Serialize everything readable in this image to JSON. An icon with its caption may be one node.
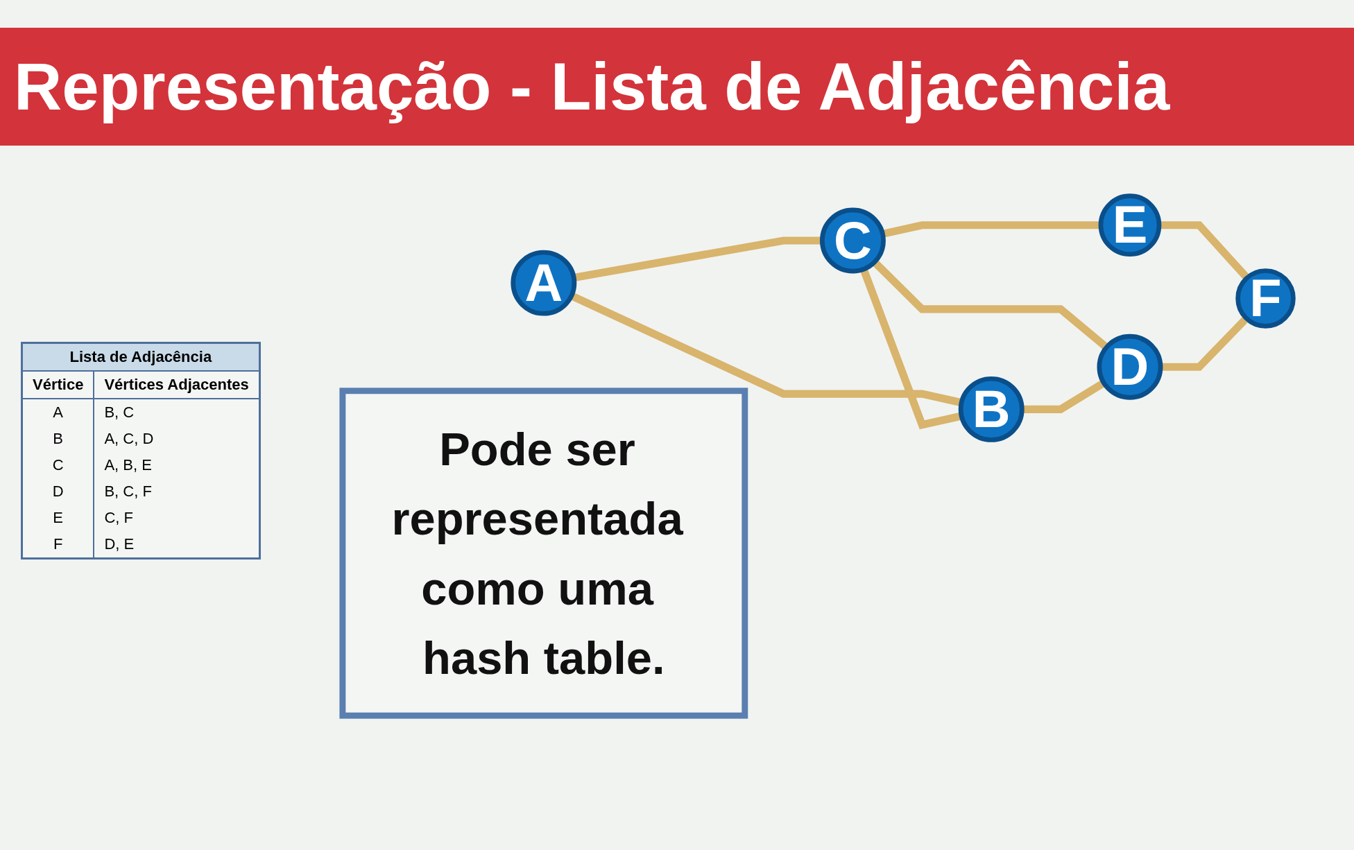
{
  "diagram": {
    "title": "Representação - Lista de Adjacência",
    "nodes": [
      {
        "text": [
          "A"
        ]
      },
      {
        "text": [
          "B"
        ]
      },
      {
        "text": [
          "C"
        ]
      },
      {
        "text": [
          "D"
        ]
      },
      {
        "text": [
          "E"
        ]
      },
      {
        "text": [
          "F"
        ]
      },
      {
        "text": [
          "Pode ser representada como uma hash table."
        ]
      }
    ],
    "edges": [
      {
        "from": 0,
        "to": 2,
        "arrow": "none"
      },
      {
        "from": 0,
        "to": 1,
        "arrow": "none"
      },
      {
        "from": 2,
        "to": 1,
        "arrow": "none"
      },
      {
        "from": 2,
        "to": 4,
        "arrow": "none"
      },
      {
        "from": 2,
        "to": 3,
        "arrow": "none"
      },
      {
        "from": 1,
        "to": 3,
        "arrow": "none"
      },
      {
        "from": 4,
        "to": 5,
        "arrow": "none"
      },
      {
        "from": 3,
        "to": 5,
        "arrow": "none"
      }
    ],
    "labels": [
      "Lista de Adjacência",
      "Vértice",
      "Vértices Adjacentes",
      "A",
      "B, C",
      "B",
      "A, C, D",
      "C",
      "A, B, E",
      "D",
      "B, C, F",
      "E",
      "C, F",
      "F",
      "D, E"
    ]
  }
}
